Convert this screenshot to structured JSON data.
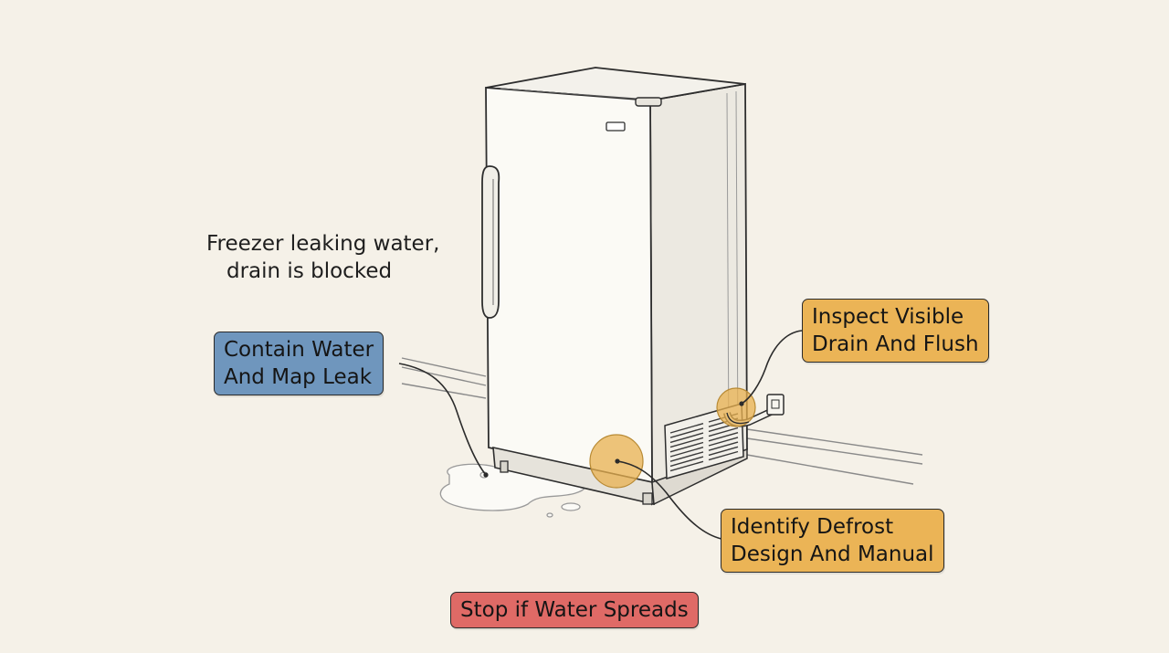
{
  "headline": {
    "line1": "Freezer leaking water,",
    "line2": "drain is blocked"
  },
  "callouts": {
    "contain": {
      "line1": "Contain Water",
      "line2": "And Map Leak"
    },
    "inspect": {
      "line1": "Inspect Visible",
      "line2": "Drain And Flush"
    },
    "identify": {
      "line1": "Identify Defrost",
      "line2": "Design And Manual"
    },
    "stop": {
      "line1": "Stop if Water Spreads"
    }
  },
  "colors": {
    "background": "#f5f1e8",
    "blue_tag": "#6f96bd",
    "orange_tag": "#ebb456",
    "red_tag": "#df6a66",
    "highlight": "#e8b04f",
    "line": "#2b2b2b"
  }
}
